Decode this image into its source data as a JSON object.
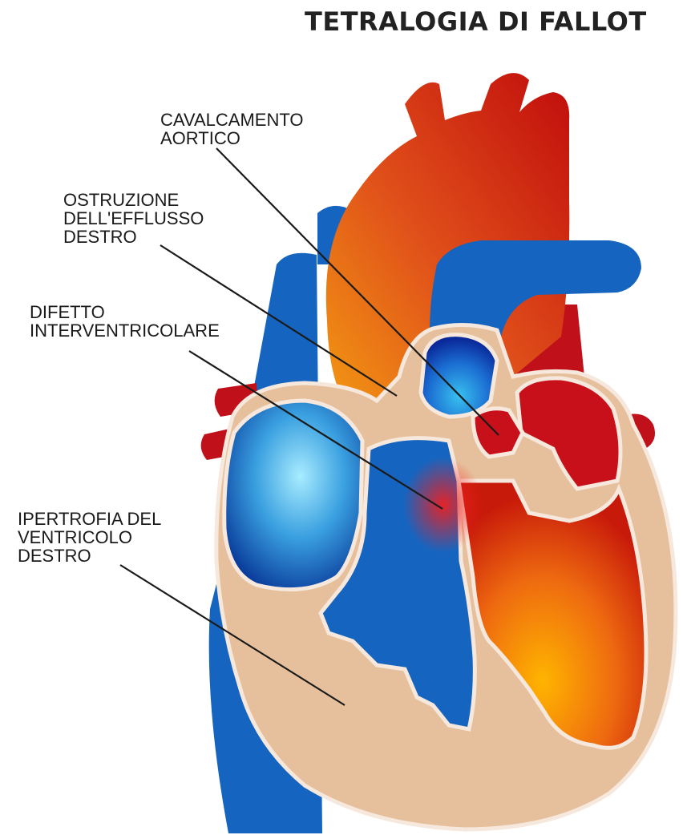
{
  "title": "TETRALOGIA DI FALLOT",
  "labels": {
    "aortic_override": [
      "CAVALCAMENTO",
      "AORTICO"
    ],
    "outflow_obstruction": [
      "OSTRUZIONE",
      "DELL'EFFLUSSO",
      "DESTRO"
    ],
    "vsd": [
      "DIFETTO",
      "INTERVENTRICOLARE"
    ],
    "rv_hypertrophy": [
      "IPERTROFIA DEL",
      "VENTRICOLO",
      "DESTRO"
    ]
  },
  "colors": {
    "deoxygenated_blood": "#1565c0",
    "oxygenated_blood": "#cc1a00",
    "myocardium": "#e8c2a0",
    "outline": "#f6e8dc"
  }
}
